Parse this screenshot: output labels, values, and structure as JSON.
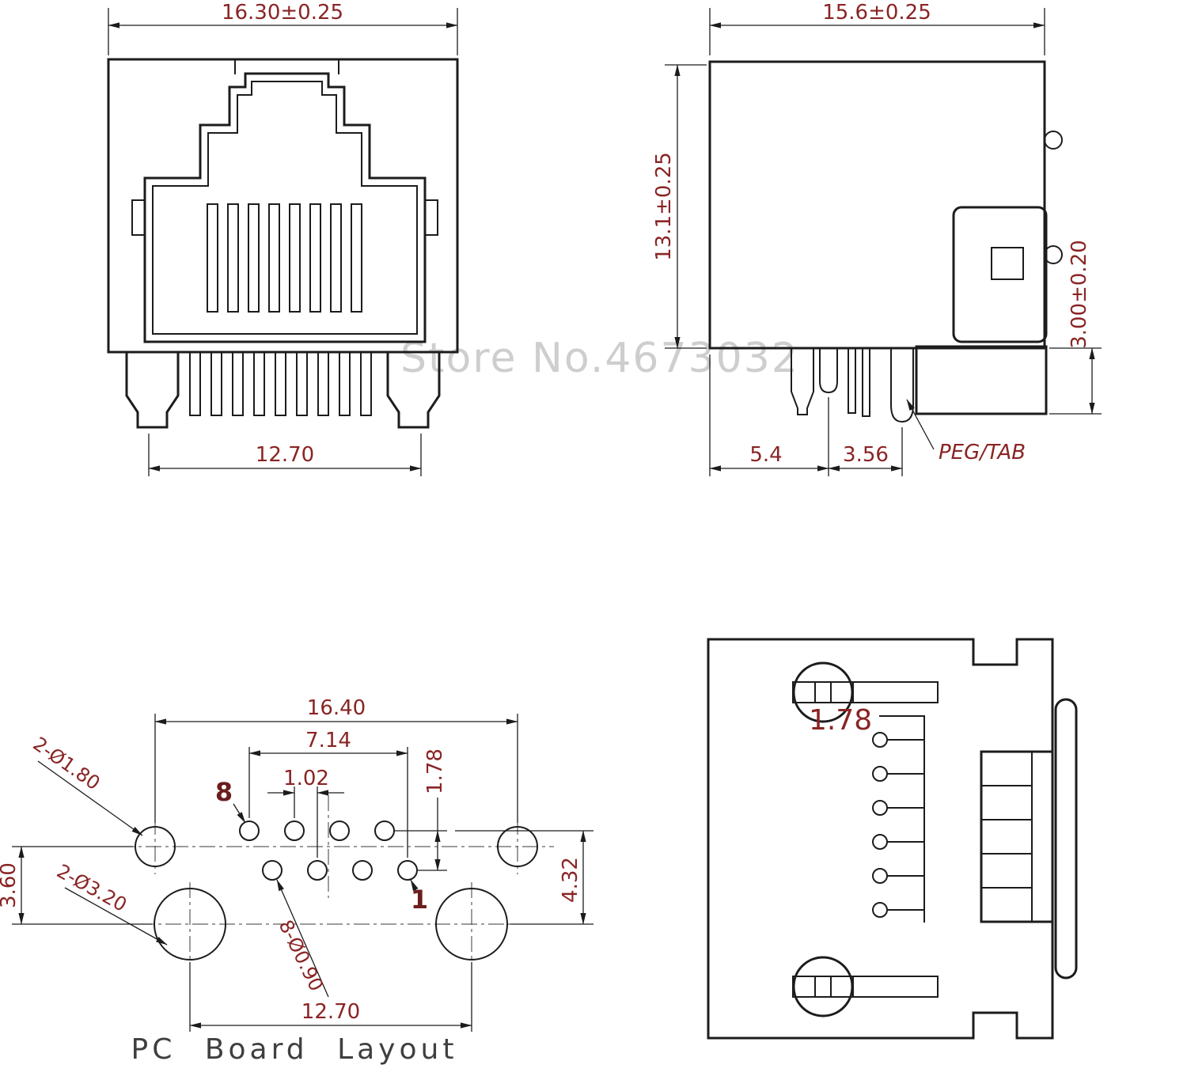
{
  "watermark": "Store No.4673032",
  "colors": {
    "line": "#1c1c1c",
    "dimension_text": "#8a2424",
    "watermark": "#c9c9c9",
    "title_text": "#3f3f3f"
  },
  "front_view": {
    "width": "16.30±0.25",
    "pin_span": "12.70"
  },
  "side_view": {
    "width": "15.6±0.25",
    "height": "13.1±0.25",
    "standoff_height": "3.00±0.20",
    "leg_offset": "5.4",
    "leg_pitch": "3.56",
    "peg_label": "PEG/TAB"
  },
  "pcb_view": {
    "title": "PC Board Layout",
    "overall_width": "16.40",
    "pin_span": "7.14",
    "pin_offset": "1.02",
    "row_pitch": "1.78",
    "mount_hole_offset": "3.60",
    "hole_row_offset": "4.32",
    "post_span": "12.70",
    "small_hole_note": "2-Ø1.80",
    "large_hole_note": "2-Ø3.20",
    "pin_hole_note": "8-Ø0.90",
    "pin_first": "8",
    "pin_last": "1"
  },
  "top_view": {
    "pin_pitch": "1.78"
  }
}
